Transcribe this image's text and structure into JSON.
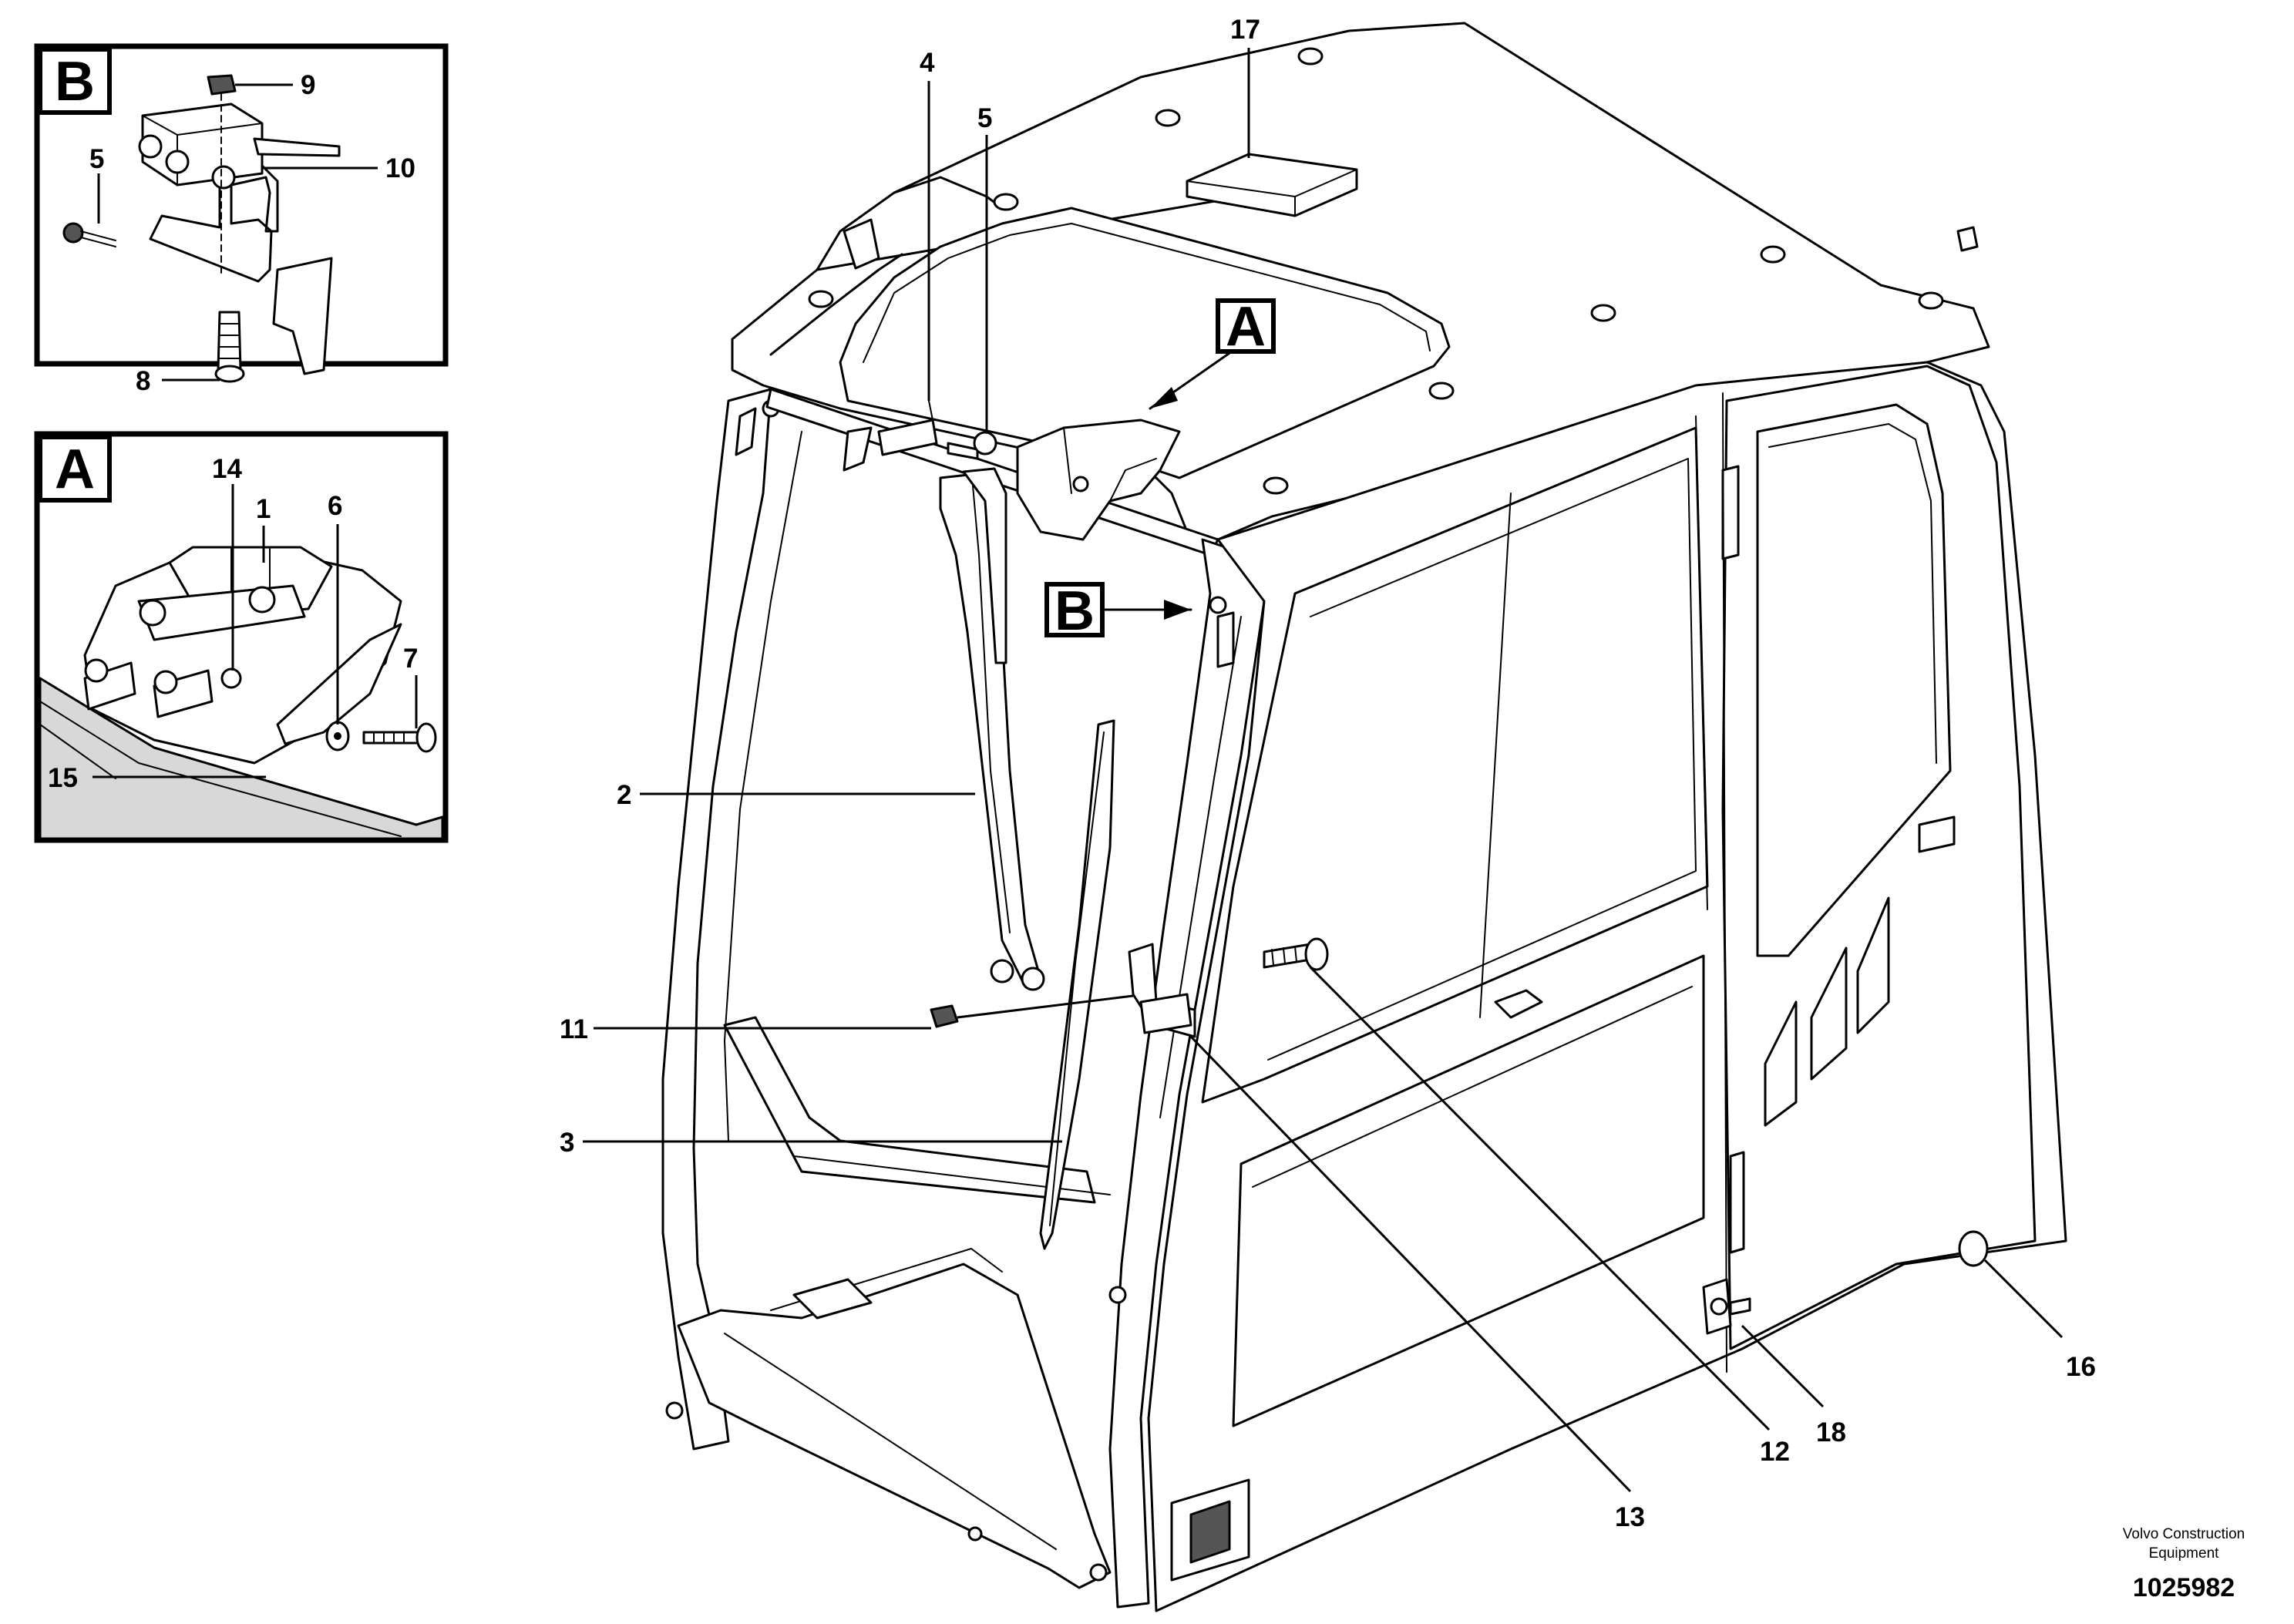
{
  "diagram": {
    "inset_b_label": "B",
    "inset_a_label": "A",
    "view_a_marker": "A",
    "view_b_marker": "B",
    "callouts": {
      "c1": "1",
      "c2": "2",
      "c3": "3",
      "c4": "4",
      "c5_main": "5",
      "c5_inset": "5",
      "c6": "6",
      "c7": "7",
      "c8": "8",
      "c9": "9",
      "c10": "10",
      "c11": "11",
      "c12": "12",
      "c13": "13",
      "c14": "14",
      "c15": "15",
      "c16": "16",
      "c17": "17",
      "c18": "18"
    }
  },
  "footer": {
    "company_line1": "Volvo Construction",
    "company_line2": "Equipment",
    "drawing_number": "1025982"
  }
}
